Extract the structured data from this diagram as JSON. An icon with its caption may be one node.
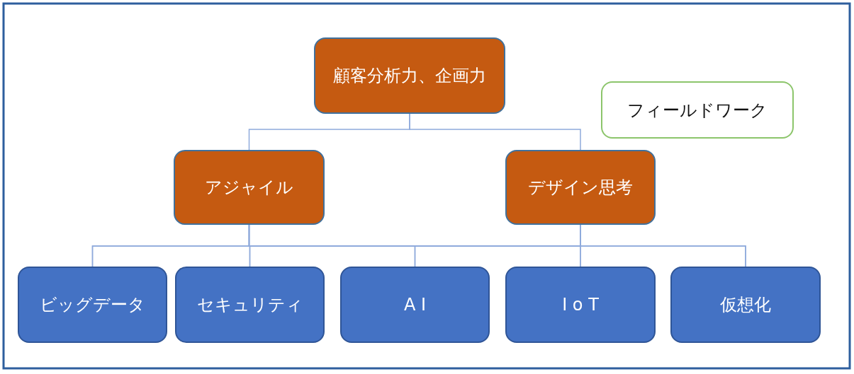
{
  "diagram": {
    "nodes": [
      {
        "text": [
          "顧客分析力、企画力"
        ]
      },
      {
        "text": [
          "フィールドワーク"
        ]
      },
      {
        "text": [
          "アジャイル"
        ]
      },
      {
        "text": [
          "デザイン思考"
        ]
      },
      {
        "text": [
          "ビッグデータ"
        ]
      },
      {
        "text": [
          "セキュリティ"
        ]
      },
      {
        "text": [
          "A I"
        ]
      },
      {
        "text": [
          "I o T"
        ]
      },
      {
        "text": [
          "仮想化"
        ]
      }
    ],
    "edges": [
      {
        "from": 0,
        "to": 2,
        "arrow": "none"
      },
      {
        "from": 0,
        "to": 3,
        "arrow": "none"
      },
      {
        "from": 2,
        "to": 4,
        "arrow": "none"
      },
      {
        "from": 2,
        "to": 5,
        "arrow": "none"
      },
      {
        "from": 2,
        "to": 6,
        "arrow": "none"
      },
      {
        "from": 2,
        "to": 7,
        "arrow": "none"
      },
      {
        "from": 2,
        "to": 8,
        "arrow": "none"
      },
      {
        "from": 3,
        "to": 4,
        "arrow": "none"
      },
      {
        "from": 3,
        "to": 5,
        "arrow": "none"
      },
      {
        "from": 3,
        "to": 6,
        "arrow": "none"
      },
      {
        "from": 3,
        "to": 7,
        "arrow": "none"
      },
      {
        "from": 3,
        "to": 8,
        "arrow": "none"
      }
    ]
  }
}
